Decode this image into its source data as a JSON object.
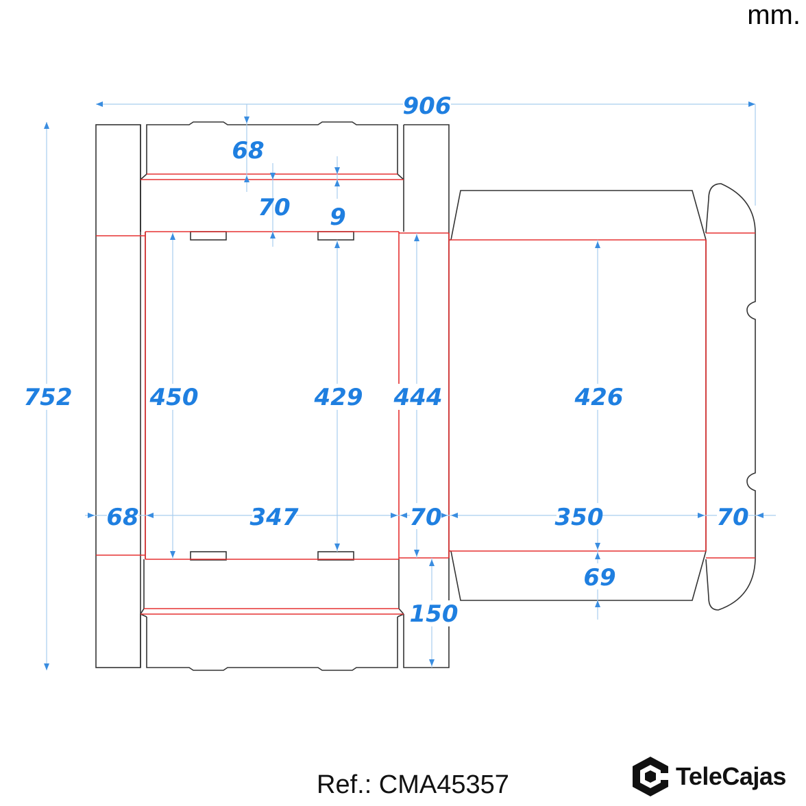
{
  "unit_label": "mm.",
  "reference": "Ref.: CMA45357",
  "brand": {
    "name": "TeleCajas",
    "logo_icon": "telecajas-hexagon-logo"
  },
  "colors": {
    "dimension_text": "#1f7fe0",
    "fold_line": "#e53030",
    "cut_line": "#333333",
    "dimension_line": "#a8cdee"
  },
  "dimensions": {
    "total_width": "906",
    "total_height": "752",
    "top_flap": "68",
    "top_panel": "70",
    "top_small": "9",
    "left_height": "450",
    "center_height": "429",
    "side_height": "444",
    "right_height": "426",
    "left_flap_width": "68",
    "base_width": "347",
    "side_width": "70",
    "lid_width": "350",
    "tab_width": "70",
    "front_flap": "69",
    "bottom_flap": "150"
  }
}
